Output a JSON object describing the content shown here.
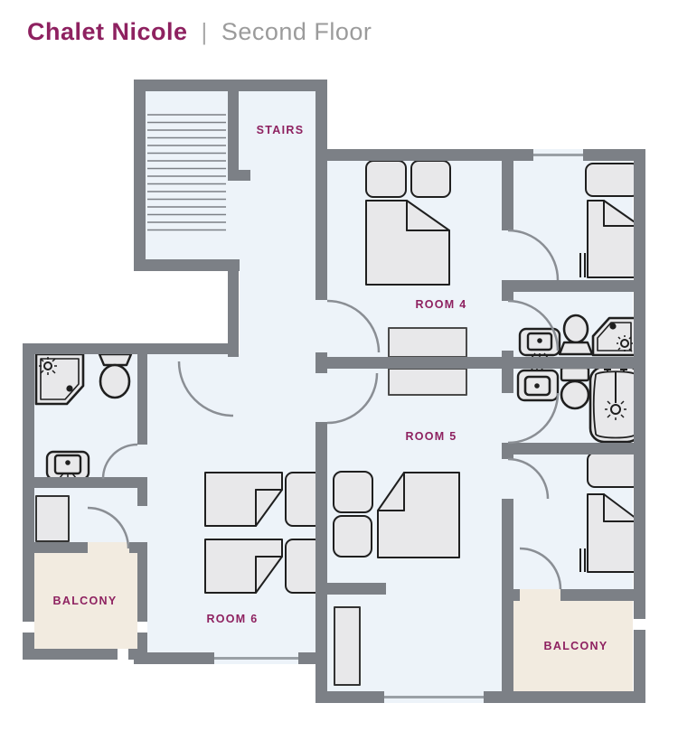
{
  "header": {
    "title": "Chalet Nicole",
    "separator": "|",
    "subtitle": "Second Floor"
  },
  "labels": {
    "stairs": "STAIRS",
    "room4": "ROOM 4",
    "room5": "ROOM 5",
    "room6": "ROOM 6",
    "balcony_left": "BALCONY",
    "balcony_right": "BALCONY"
  },
  "colors": {
    "accent_magenta": "#8e2160",
    "subtitle_gray": "#9b9b9b",
    "wall_gray": "#7c8086",
    "floor_blue": "#edf3f9",
    "balcony_beige": "#f2ebe0",
    "furniture_fill": "#e8e8ea",
    "furniture_stroke": "#1f1f1f"
  },
  "fixtures": {
    "stairs": [
      "staircase-treads"
    ],
    "room4": [
      "double-bed",
      "two-pillows",
      "dresser"
    ],
    "room4_annex": [
      "single-bed",
      "pillow",
      "radiator"
    ],
    "bathroom_top_right": [
      "sink",
      "toilet",
      "corner-shower"
    ],
    "bathroom_mid_right": [
      "sink",
      "toilet",
      "bathtub"
    ],
    "room5": [
      "double-bed",
      "two-pillows",
      "dresser",
      "wardrobe"
    ],
    "room5_annex": [
      "single-bed",
      "pillow",
      "radiator"
    ],
    "room6": [
      "single-bed",
      "single-bed",
      "two-pillows"
    ],
    "bathroom_left": [
      "corner-shower",
      "toilet",
      "sink"
    ],
    "hall_left": [
      "wardrobe"
    ],
    "doors": 10,
    "windows": 3,
    "balconies": 2
  }
}
